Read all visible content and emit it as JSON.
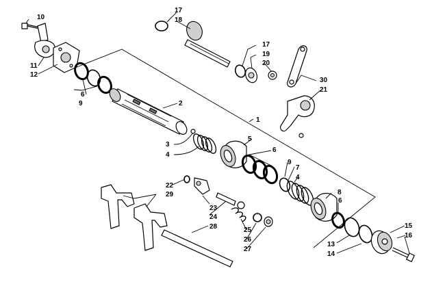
{
  "callouts": [
    {
      "id": "c1",
      "text": "1"
    },
    {
      "id": "c2",
      "text": "2"
    },
    {
      "id": "c3",
      "text": "3"
    },
    {
      "id": "c4a",
      "text": "4"
    },
    {
      "id": "c4b",
      "text": "4"
    },
    {
      "id": "c5",
      "text": "5"
    },
    {
      "id": "c6a",
      "text": "6"
    },
    {
      "id": "c6b",
      "text": "6"
    },
    {
      "id": "c6c",
      "text": "6"
    },
    {
      "id": "c7",
      "text": "7"
    },
    {
      "id": "c8",
      "text": "8"
    },
    {
      "id": "c9a",
      "text": "9"
    },
    {
      "id": "c9b",
      "text": "9"
    },
    {
      "id": "c10",
      "text": "10"
    },
    {
      "id": "c11",
      "text": "11"
    },
    {
      "id": "c12",
      "text": "12"
    },
    {
      "id": "c13",
      "text": "13"
    },
    {
      "id": "c14",
      "text": "14"
    },
    {
      "id": "c15",
      "text": "15"
    },
    {
      "id": "c16",
      "text": "16"
    },
    {
      "id": "c17a",
      "text": "17"
    },
    {
      "id": "c17b",
      "text": "17"
    },
    {
      "id": "c18",
      "text": "18"
    },
    {
      "id": "c19",
      "text": "19"
    },
    {
      "id": "c20",
      "text": "20"
    },
    {
      "id": "c21",
      "text": "21"
    },
    {
      "id": "c22",
      "text": "22"
    },
    {
      "id": "c23",
      "text": "23"
    },
    {
      "id": "c24",
      "text": "24"
    },
    {
      "id": "c25",
      "text": "25"
    },
    {
      "id": "c26",
      "text": "26"
    },
    {
      "id": "c27",
      "text": "27"
    },
    {
      "id": "c28",
      "text": "28"
    },
    {
      "id": "c29",
      "text": "29"
    },
    {
      "id": "c30",
      "text": "30"
    }
  ]
}
